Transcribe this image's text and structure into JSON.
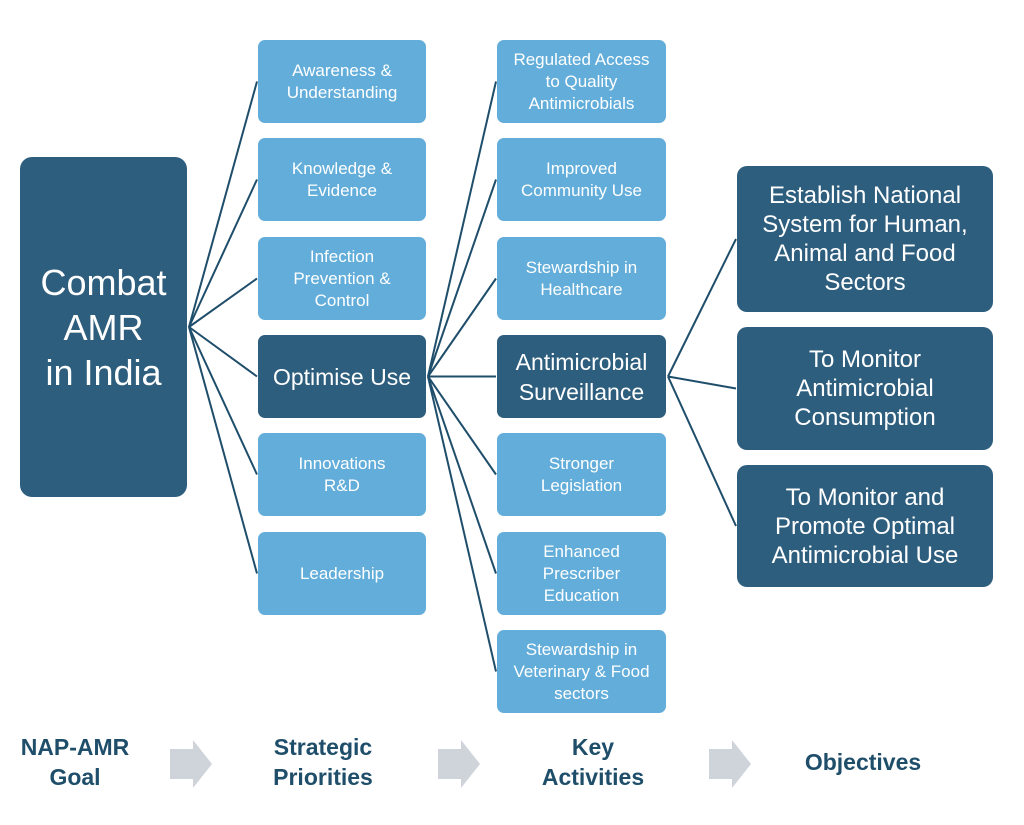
{
  "colors": {
    "dark_box": "#2e5e7e",
    "light_box": "#62adda",
    "connector": "#1f4e6b",
    "stage_label": "#1f4e6b",
    "stage_arrow": "#cfd4da"
  },
  "goal": {
    "label": "Combat\nAMR\nin India"
  },
  "priorities": [
    {
      "label": "Awareness &\nUnderstanding",
      "highlighted": false
    },
    {
      "label": "Knowledge &\nEvidence",
      "highlighted": false
    },
    {
      "label": "Infection\nPrevention &\nControl",
      "highlighted": false
    },
    {
      "label": "Optimise Use",
      "highlighted": true
    },
    {
      "label": "Innovations\nR&D",
      "highlighted": false
    },
    {
      "label": "Leadership",
      "highlighted": false
    }
  ],
  "activities": [
    {
      "label": "Regulated Access\nto Quality\nAntimicrobials",
      "highlighted": false
    },
    {
      "label": "Improved\nCommunity Use",
      "highlighted": false
    },
    {
      "label": "Stewardship in\nHealthcare",
      "highlighted": false
    },
    {
      "label": "Antimicrobial\nSurveillance",
      "highlighted": true
    },
    {
      "label": "Stronger\nLegislation",
      "highlighted": false
    },
    {
      "label": "Enhanced\nPrescriber\nEducation",
      "highlighted": false
    },
    {
      "label": "Stewardship in\nVeterinary & Food\nsectors",
      "highlighted": false
    }
  ],
  "objectives": [
    {
      "label": "Establish National\nSystem for Human,\nAnimal and Food\nSectors"
    },
    {
      "label": "To Monitor\nAntimicrobial\nConsumption"
    },
    {
      "label": "To Monitor and\nPromote Optimal\nAntimicrobial Use"
    }
  ],
  "connections": [
    {
      "from": "goal",
      "to": "priorities"
    },
    {
      "from": "priorities.3",
      "to": "activities"
    },
    {
      "from": "activities.3",
      "to": "objectives"
    }
  ],
  "stages": [
    {
      "label": "NAP-AMR\nGoal",
      "icon": "right-arrow-icon"
    },
    {
      "label": "Strategic\nPriorities",
      "icon": "right-arrow-icon"
    },
    {
      "label": "Key\nActivities",
      "icon": "right-arrow-icon"
    },
    {
      "label": "Objectives"
    }
  ]
}
